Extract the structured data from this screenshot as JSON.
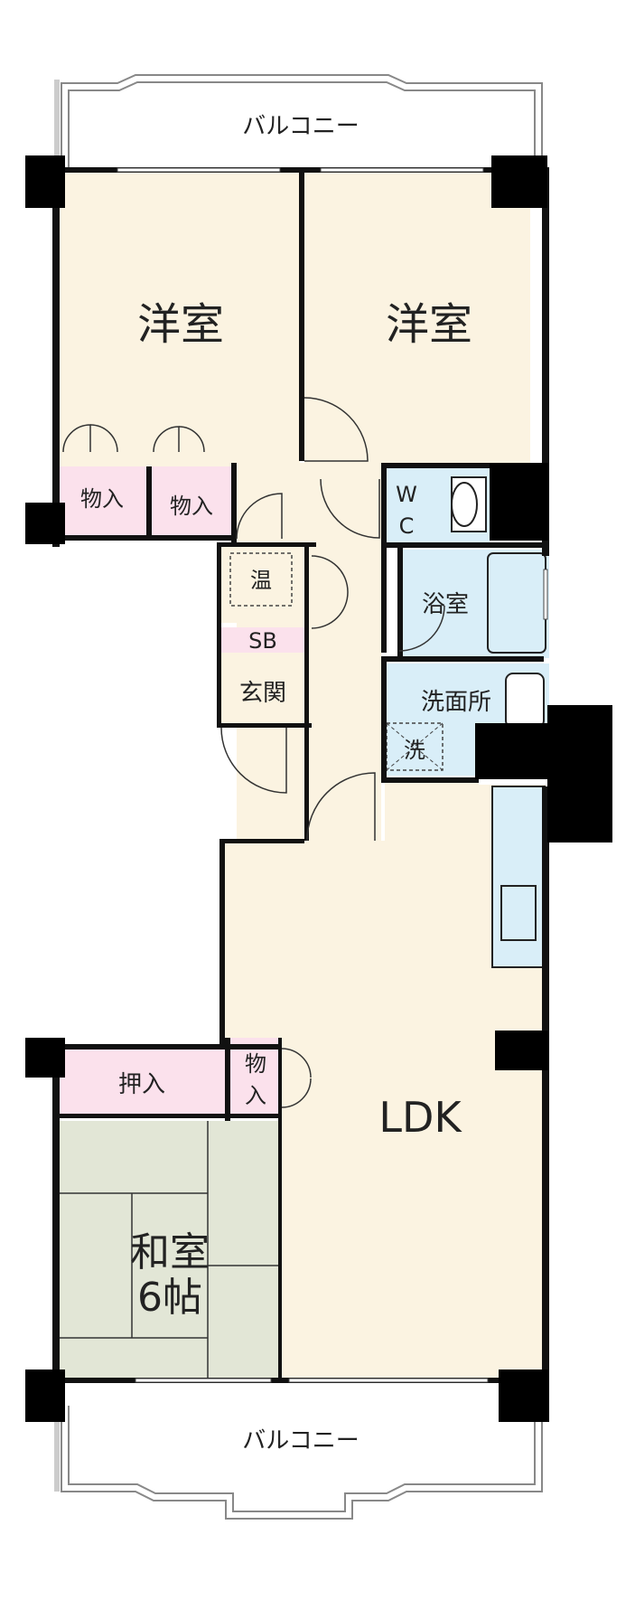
{
  "floorplan": {
    "balcony_top": "バルコニー",
    "balcony_bottom": "バルコニー",
    "rooms": {
      "western_room_left": "洋室",
      "western_room_right": "洋室",
      "closet_left_1": "物入",
      "closet_left_2": "物入",
      "wc_line1": "W",
      "wc_line2": "C",
      "water_heater": "温",
      "shoe_box": "SB",
      "entrance": "玄関",
      "bathroom": "浴室",
      "washroom": "洗面所",
      "washer": "洗",
      "closet_ldk_line1": "物",
      "closet_ldk_line2": "入",
      "oshiire": "押入",
      "ldk": "LDK",
      "japanese_room_line1": "和室",
      "japanese_room_line2": "6帖"
    },
    "colors": {
      "room_cream": "#fbf3e1",
      "wet_area_blue": "#d9eef8",
      "closet_pink": "#fbe1ec",
      "tatami_green": "#e2e6d6",
      "wall": "#111111"
    }
  }
}
